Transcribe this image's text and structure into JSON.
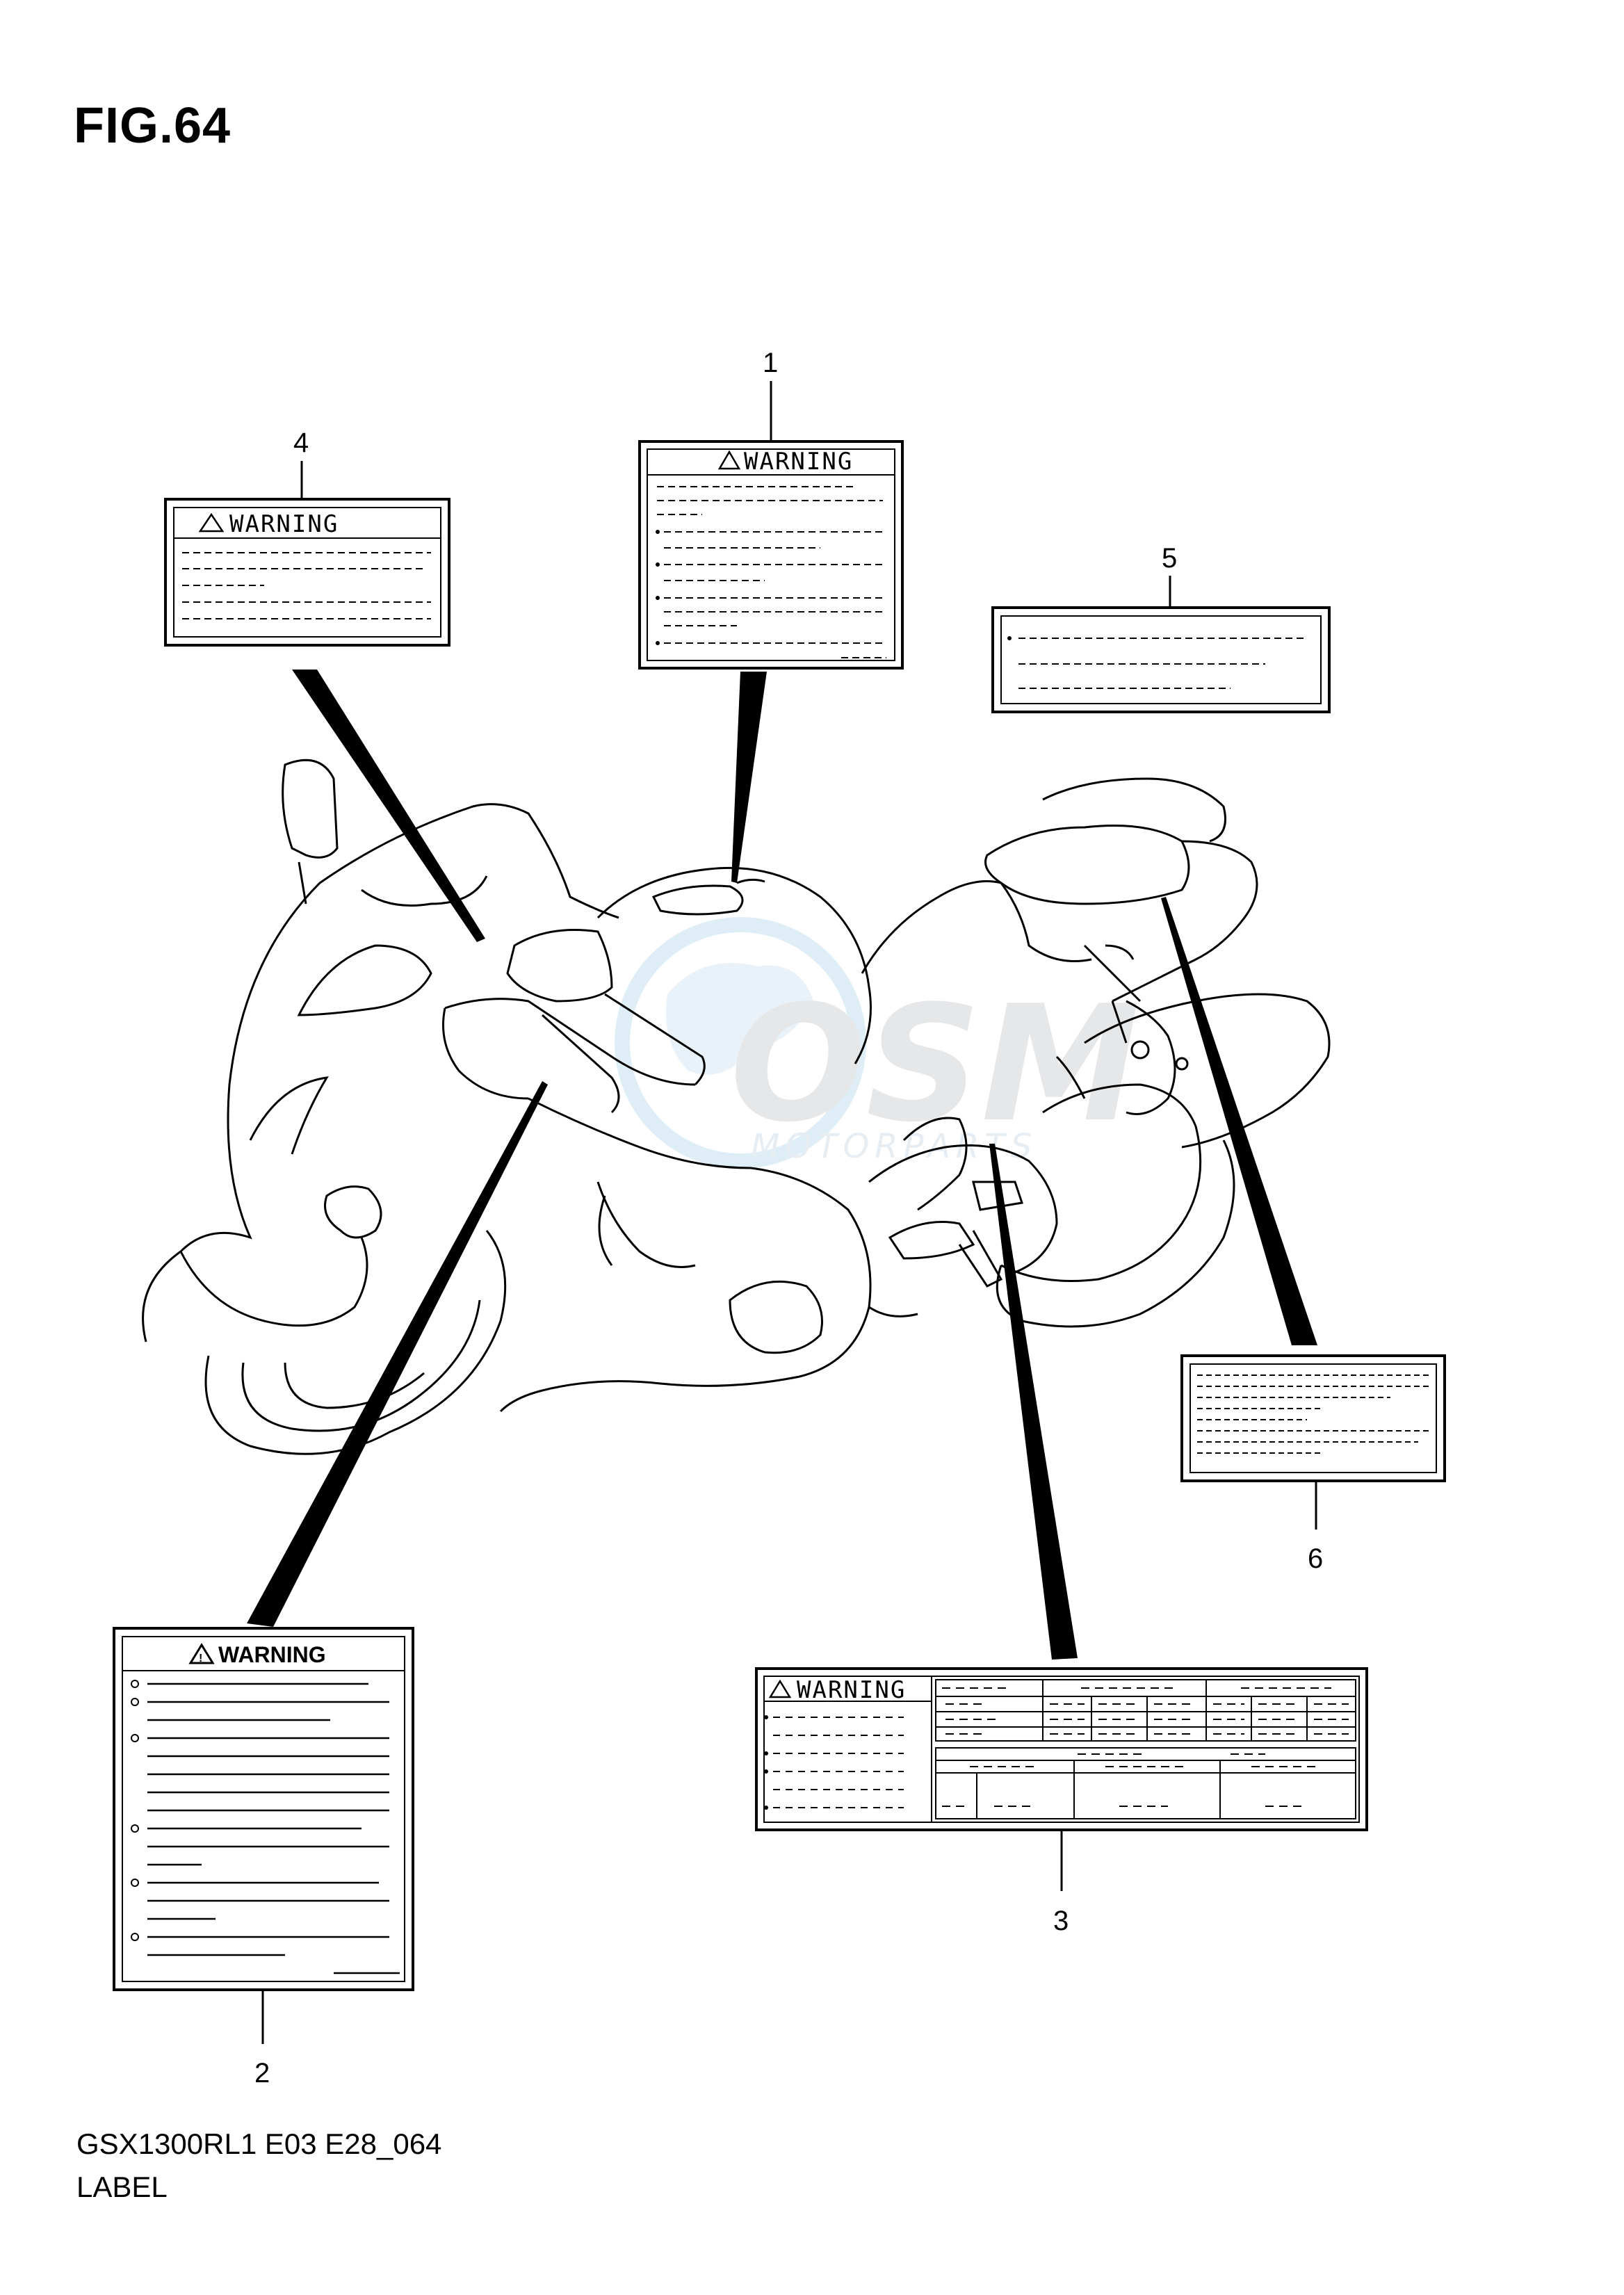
{
  "figure": {
    "title": "FIG.64"
  },
  "footer": {
    "model_code": "GSX1300RL1 E03 E28_064",
    "section_name": "LABEL"
  },
  "watermark": {
    "brand": "OSM",
    "tagline": "MOTORPARTS",
    "color": "#b9d9ee"
  },
  "callouts": [
    "1",
    "2",
    "3",
    "4",
    "5",
    "6"
  ],
  "labels": {
    "label1": {
      "heading": "WARNING"
    },
    "label2": {
      "heading": "WARNING"
    },
    "label3": {
      "heading": "WARNING"
    },
    "label4": {
      "heading": "WARNING"
    }
  },
  "colors": {
    "line": "#000000",
    "background": "#ffffff"
  }
}
